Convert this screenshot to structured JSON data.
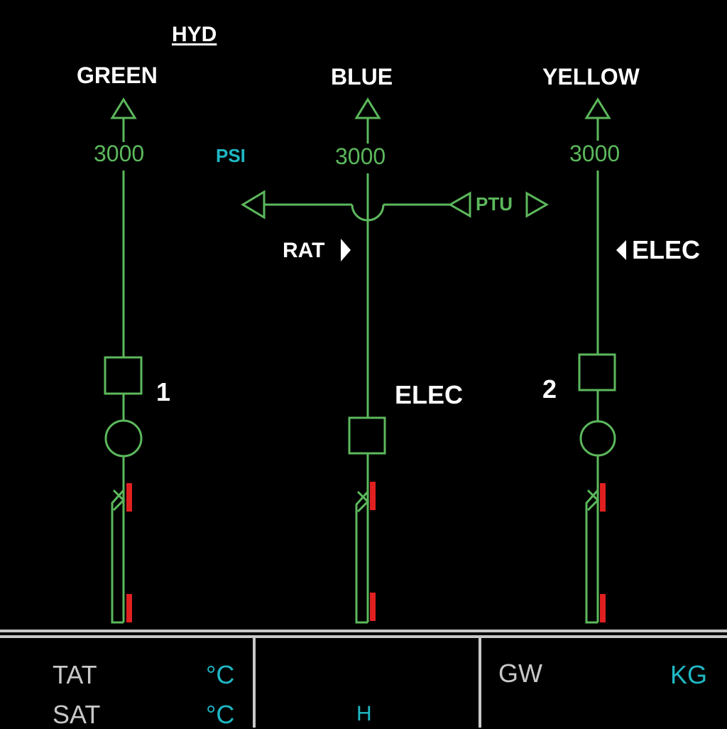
{
  "header": {
    "title": "HYD"
  },
  "systems": {
    "green": {
      "name": "GREEN",
      "pressure": "3000",
      "pump_label": "1"
    },
    "blue": {
      "name": "BLUE",
      "pressure": "3000",
      "pump_label": "ELEC"
    },
    "yellow": {
      "name": "YELLOW",
      "pressure": "3000",
      "pump_label": "2"
    }
  },
  "units": {
    "psi": "PSI"
  },
  "ptu": {
    "label": "PTU"
  },
  "rat": {
    "label": "RAT"
  },
  "yellow_elec": {
    "label": "ELEC"
  },
  "bottom": {
    "tat_label": "TAT",
    "tat_unit": "°C",
    "sat_label": "SAT",
    "sat_unit": "°C",
    "time_unit": "H",
    "gw_label": "GW",
    "gw_unit": "KG"
  },
  "colors": {
    "line": "#5cb85c",
    "label": "#ffffff",
    "unit": "#1fb8c4",
    "fire_valve": "#e02020",
    "border": "#c8c8c8"
  }
}
